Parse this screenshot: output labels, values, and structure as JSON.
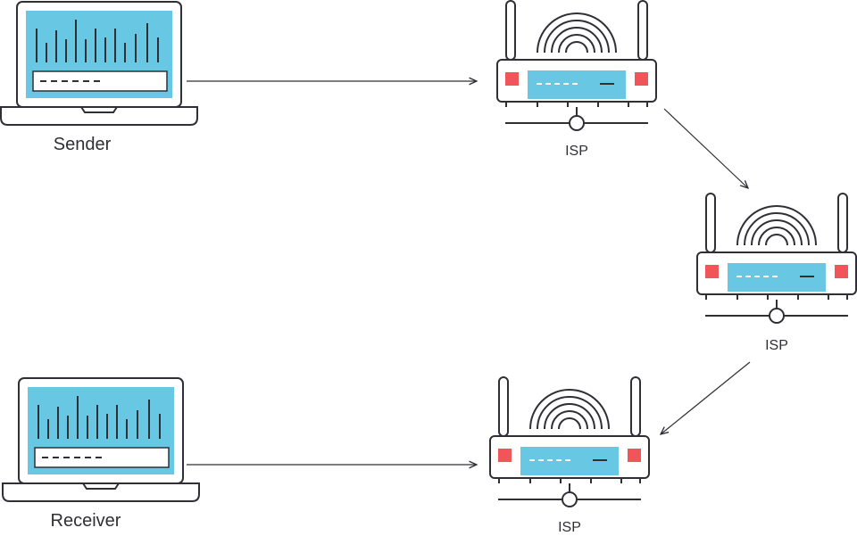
{
  "nodes": {
    "sender": {
      "label": "Sender"
    },
    "receiver": {
      "label": "Receiver"
    },
    "router_1": {
      "label": "ISP"
    },
    "router_2": {
      "label": "ISP"
    },
    "router_3": {
      "label": "ISP"
    }
  },
  "colors": {
    "stroke": "#2f3036",
    "screen": "#68c8e4",
    "panel": "#ffffff",
    "led": "#f0555a",
    "background": "#ffffff"
  },
  "icons": {
    "laptop": "laptop-icon",
    "router": "router-icon",
    "arrow": "arrow-connector"
  }
}
